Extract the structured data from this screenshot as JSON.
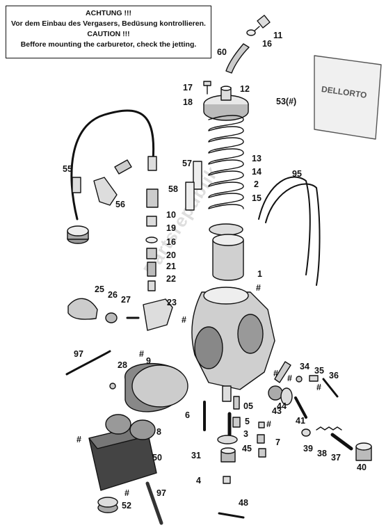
{
  "warning": {
    "line1": "ACHTUNG !!!",
    "line2": "Vor dem Einbau des Vergasers, Bedüsung kontrollieren.",
    "line3": "CAUTION !!!",
    "line4": "Beffore mounting the carburetor, check the jetting."
  },
  "watermark": "Partsrepublik",
  "labels": {
    "l11": "11",
    "l16a": "16",
    "l60": "60",
    "l17": "17",
    "l12": "12",
    "l18": "18",
    "l53": "53(#)",
    "l55": "55",
    "l57": "57",
    "l13": "13",
    "l14": "14",
    "l2": "2",
    "l95": "95",
    "l58": "58",
    "l15": "15",
    "l56": "56",
    "l10": "10",
    "l19": "19",
    "l16b": "16",
    "l20": "20",
    "l21": "21",
    "l1": "1",
    "l22": "22",
    "lh1": "#",
    "l25": "25",
    "l26": "26",
    "l27": "27",
    "l23": "23",
    "lh2": "#",
    "l97a": "97",
    "lh3": "#",
    "l9": "9",
    "l28": "28",
    "lh4": "#",
    "l34": "34",
    "l35": "35",
    "l36": "36",
    "lh5": "#",
    "lh6": "#",
    "l44": "44",
    "l43": "43",
    "l41": "41",
    "l05": "05",
    "l6": "6",
    "l5": "5",
    "lh7": "#",
    "l8": "8",
    "l3": "3",
    "l7": "7",
    "lh8": "#",
    "l45": "45",
    "l39": "39",
    "l38": "38",
    "l37": "37",
    "l40": "40",
    "l50": "50",
    "l31": "31",
    "l4": "4",
    "l97b": "97",
    "lh9": "#",
    "l52": "52",
    "l48": "48"
  }
}
